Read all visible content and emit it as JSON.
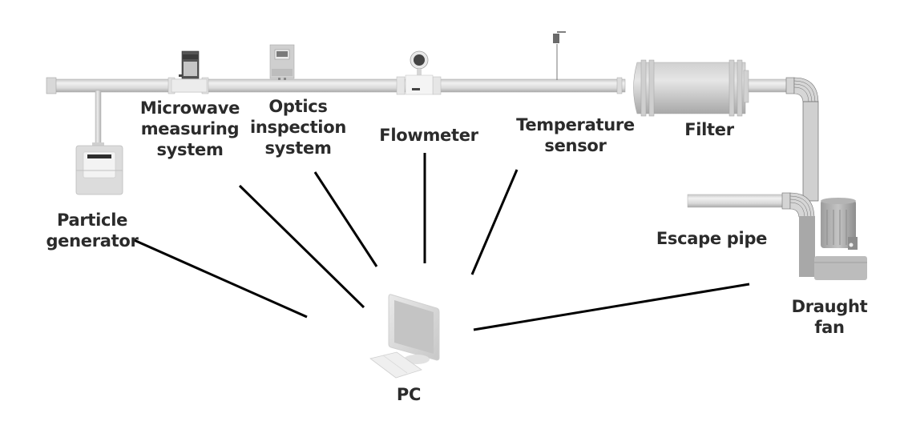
{
  "diagram": {
    "title": "",
    "labels": {
      "particle_generator": [
        "Particle",
        "generator"
      ],
      "microwave": [
        "Microwave",
        "measuring",
        "system"
      ],
      "optics": [
        "Optics",
        "inspection",
        "system"
      ],
      "flowmeter": [
        "Flowmeter"
      ],
      "temperature": [
        "Temperature",
        "sensor"
      ],
      "filter": [
        "Filter"
      ],
      "escape_pipe": [
        "Escape pipe"
      ],
      "draught_fan": [
        "Draught",
        "fan"
      ],
      "pc": [
        "PC"
      ]
    },
    "connections": [
      {
        "from": "PC",
        "to": "Particle generator"
      },
      {
        "from": "PC",
        "to": "Microwave measuring system"
      },
      {
        "from": "PC",
        "to": "Optics inspection system"
      },
      {
        "from": "PC",
        "to": "Flowmeter"
      },
      {
        "from": "PC",
        "to": "Temperature sensor"
      },
      {
        "from": "PC",
        "to": "Draught fan"
      }
    ],
    "colors": {
      "text": "#2b2b2b",
      "line": "#000000",
      "pipe": "#d2d2d2",
      "pipe_edge": "#9a9a9a",
      "equipment": "#bdbdbd"
    }
  }
}
